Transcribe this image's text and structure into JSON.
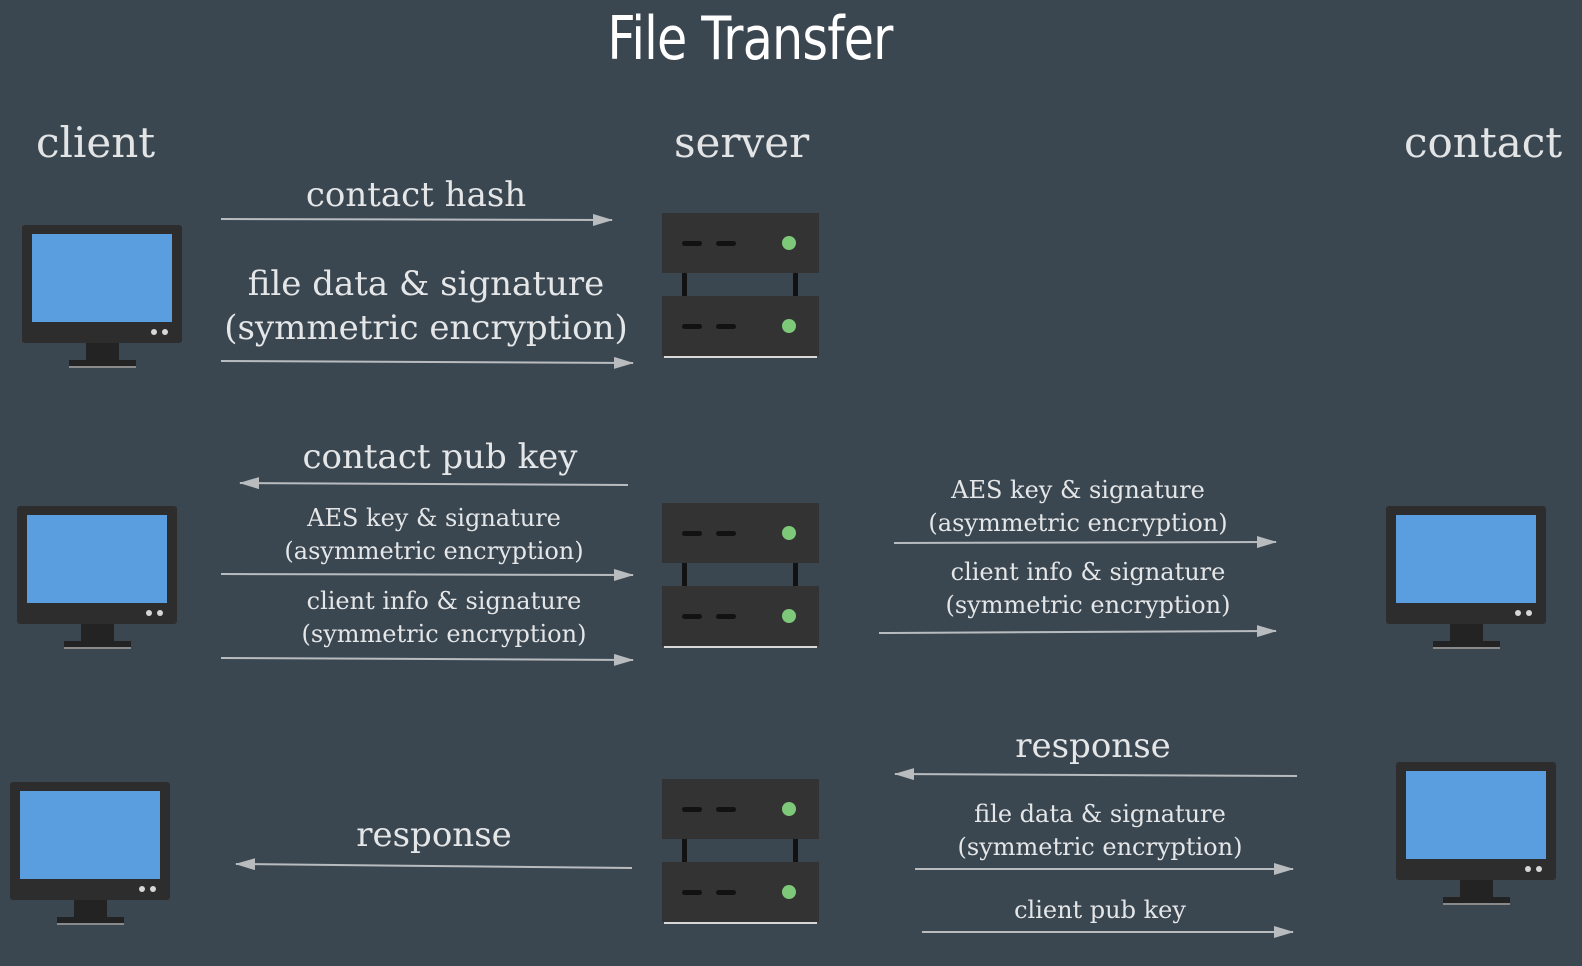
{
  "title": "File Transfer",
  "columns": {
    "client": "client",
    "server": "server",
    "contact": "contact"
  },
  "colors": {
    "background": "#3b4750",
    "arrow": "#b9bcbf",
    "monitor_screen": "#5b9ee0",
    "monitor_body": "#2d2d2d",
    "server_body": "#333333",
    "server_led": "#7ec87a"
  },
  "icons": {
    "client": "computer-monitor-icon",
    "server": "server-rack-icon",
    "contact": "computer-monitor-icon"
  },
  "messages": {
    "step1": {
      "contact_hash": "contact hash",
      "file_data_line1": "file data & signature",
      "file_data_line2": "(symmetric encryption)"
    },
    "step2": {
      "contact_pub_key": "contact pub key",
      "aes_left_line1": "AES key & signature",
      "aes_left_line2": "(asymmetric encryption)",
      "info_left_line1": "client info & signature",
      "info_left_line2": "(symmetric encryption)",
      "aes_right_line1": "AES key & signature",
      "aes_right_line2": "(asymmetric encryption)",
      "info_right_line1": "client info & signature",
      "info_right_line2": "(symmetric encryption)"
    },
    "step3": {
      "response_right": "response",
      "file_data_line1": "file data & signature",
      "file_data_line2": "(symmetric encryption)",
      "client_pub_key": "client pub key",
      "response_left": "response"
    }
  }
}
